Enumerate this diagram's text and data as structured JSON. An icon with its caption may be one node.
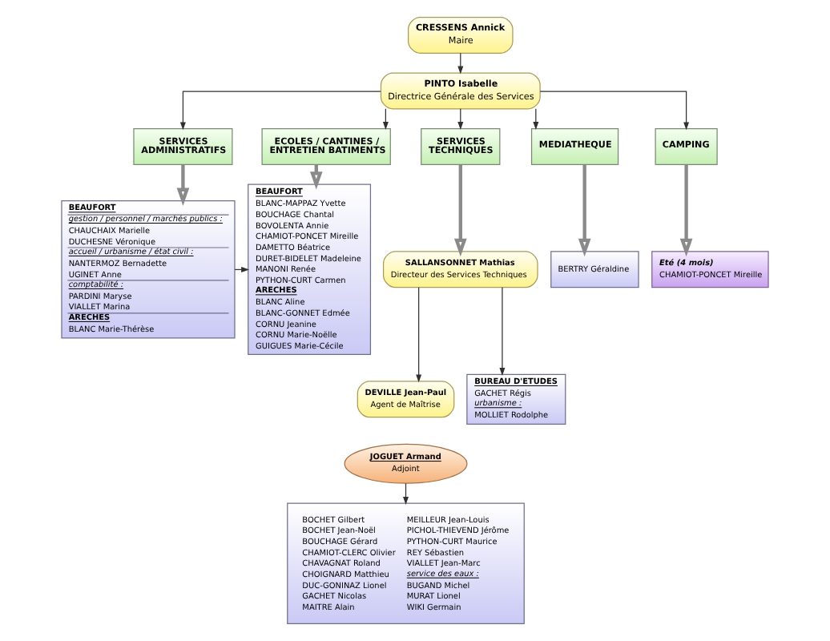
{
  "diagram": {
    "nodes": [
      {
        "text": [
          "CRESSENS Annick",
          "Maire"
        ]
      },
      {
        "text": [
          "PINTO Isabelle",
          "Directrice Générale des Services"
        ]
      },
      {
        "text": [
          "SERVICES ADMINISTRATIFS"
        ]
      },
      {
        "text": [
          "ECOLES / CANTINES / ENTRETIEN BATIMENTS"
        ]
      },
      {
        "text": [
          "SERVICES TECHNIQUES"
        ]
      },
      {
        "text": [
          "MEDIATHEQUE"
        ]
      },
      {
        "text": [
          "CAMPING"
        ]
      },
      {
        "text": [
          "BEAUFORT",
          "gestion / personnel / marchés publics :",
          "CHAUCHAIX Marielle",
          "DUCHESNE Véronique",
          "accueil / urbanisme / état civil :",
          "NANTERMOZ Bernadette",
          "UGINET Anne",
          "comptabilité :",
          "PARDINI Maryse",
          "VIALLET Marina",
          "ARECHES",
          "BLANC Marie-Thérèse"
        ]
      },
      {
        "text": [
          "BEAUFORT",
          "BLANC-MAPPAZ Yvette",
          "BOUCHAGE Chantal",
          "BOVOLENTA Annie",
          "CHAMIOT-PONCET Mireille",
          "DAMETTO Béatrice",
          "DURET-BIDELET Madeleine",
          "MANONI Renée",
          "PYTHON-CURT Carmen",
          "ARECHES",
          "BLANC Aline",
          "BLANC-GONNET Edmée",
          "CORNU Jeanine",
          "CORNU Marie-Noëlle",
          "GUIGUES Marie-Cécile"
        ]
      },
      {
        "text": [
          "SALLANSONNET Mathias",
          "Directeur des Services Techniques"
        ]
      },
      {
        "text": [
          "DEVILLE Jean-Paul",
          "Agent de Maîtrise"
        ]
      },
      {
        "text": [
          "JOGUET Armand",
          "Adjoint"
        ]
      },
      {
        "text": [
          "BOCHET Gilbert",
          "BOCHET Jean-Noël",
          "BOUCHAGE Gérard",
          "CHAMIOT-CLERC Olivier",
          "CHAVAGNAT Roland",
          "CHOIGNARD Matthieu",
          "DUC-GONINAZ Lionel",
          "GACHET Nicolas",
          "MAITRE Alain",
          "MEILLEUR Jean-Louis",
          "PICHOL-THIEVEND Jérôme",
          "PYTHON-CURT Maurice",
          "REY Sébastien",
          "VIALLET Jean-Marc",
          "service des eaux :",
          "BUGAND Michel",
          "MURAT Lionel",
          "WIKI Germain"
        ]
      },
      {
        "text": [
          "BUREAU D'ETUDES",
          "GACHET Régis",
          "urbanisme :",
          "MOLLIET Rodolphe"
        ]
      },
      {
        "text": [
          "BERTRY Géraldine"
        ]
      },
      {
        "text": [
          "Eté (4 mois)",
          "CHAMIOT-PONCET Mireille"
        ]
      }
    ],
    "edges": [
      {
        "from": 0,
        "to": 1,
        "arrow": "to"
      },
      {
        "from": 1,
        "to": 2,
        "arrow": "to"
      },
      {
        "from": 1,
        "to": 3,
        "arrow": "to"
      },
      {
        "from": 1,
        "to": 4,
        "arrow": "to"
      },
      {
        "from": 1,
        "to": 5,
        "arrow": "to"
      },
      {
        "from": 1,
        "to": 6,
        "arrow": "to"
      },
      {
        "from": 2,
        "to": 7,
        "arrow": "to",
        "style": "thick"
      },
      {
        "from": 3,
        "to": 8,
        "arrow": "to",
        "style": "thick"
      },
      {
        "from": 4,
        "to": 9,
        "arrow": "to",
        "style": "thick"
      },
      {
        "from": 5,
        "to": 14,
        "arrow": "to",
        "style": "thick"
      },
      {
        "from": 6,
        "to": 15,
        "arrow": "to",
        "style": "thick"
      },
      {
        "from": 7,
        "to": 8,
        "arrow": "to"
      },
      {
        "from": 9,
        "to": 10,
        "arrow": "to"
      },
      {
        "from": 9,
        "to": 13,
        "arrow": "to"
      },
      {
        "from": 11,
        "to": 12,
        "arrow": "to"
      }
    ]
  }
}
